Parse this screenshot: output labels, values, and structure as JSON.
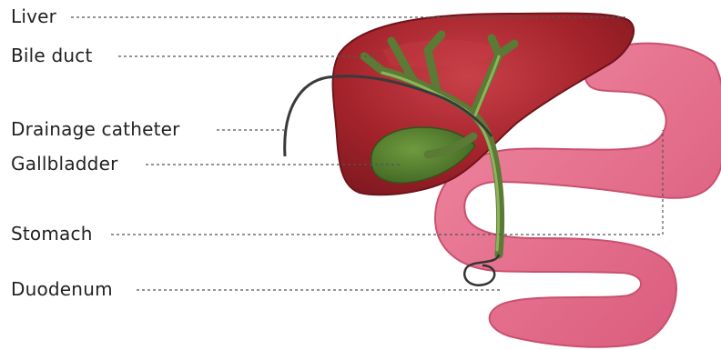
{
  "labels": {
    "liver": "Liver",
    "bile_duct": "Bile duct",
    "drainage_catheter": "Drainage catheter",
    "gallbladder": "Gallbladder",
    "stomach": "Stomach",
    "duodenum": "Duodenum"
  },
  "colors": {
    "liver": "#a2222a",
    "liver_highlight": "#c94048",
    "bile_duct": "#5a7a35",
    "bile_duct_light": "#8fb35a",
    "gallbladder": "#4f7a2c",
    "stomach": "#e8738e",
    "stomach_dark": "#c9516f",
    "catheter": "#444444",
    "leader_line": "#555555"
  }
}
